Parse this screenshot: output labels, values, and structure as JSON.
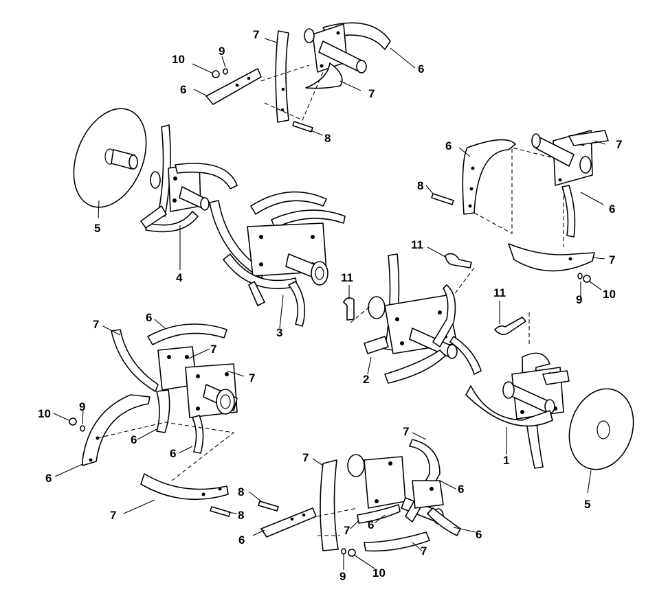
{
  "callouts": {
    "c_top_7": "7",
    "c_top_10": "10",
    "c_top_9": "9",
    "c_top_6a": "6",
    "c_top_6b": "6",
    "c_top_7b": "7",
    "c_top_8": "8",
    "c_left_5": "5",
    "c_left_4": "4",
    "c_center_3": "3",
    "c_right_6a": "6",
    "c_right_7a": "7",
    "c_right_8": "8",
    "c_right_6b": "6",
    "c_right_11": "11",
    "c_right_7b": "7",
    "c_right_9": "9",
    "c_right_10": "10",
    "c_mid_11a": "11",
    "c_mid_2": "2",
    "c_mid_11b": "11",
    "c_left_7": "7",
    "c_left_6": "6",
    "c_left_7b": "7",
    "c_left_7c": "7",
    "c_left_10": "10",
    "c_left_9": "9",
    "c_left_6b": "6",
    "c_left_6c": "6",
    "c_left_6d": "6",
    "c_left_7d": "7",
    "c_rb_1": "1",
    "c_rb_5": "5",
    "c_bot_7a": "7",
    "c_bot_7b": "7",
    "c_bot_8a": "8",
    "c_bot_8b": "8",
    "c_bot_6a": "6",
    "c_bot_6b": "6",
    "c_bot_6c": "6",
    "c_bot_6d": "6",
    "c_bot_7c": "7",
    "c_bot_7d": "7",
    "c_bot_9": "9",
    "c_bot_10": "10"
  }
}
